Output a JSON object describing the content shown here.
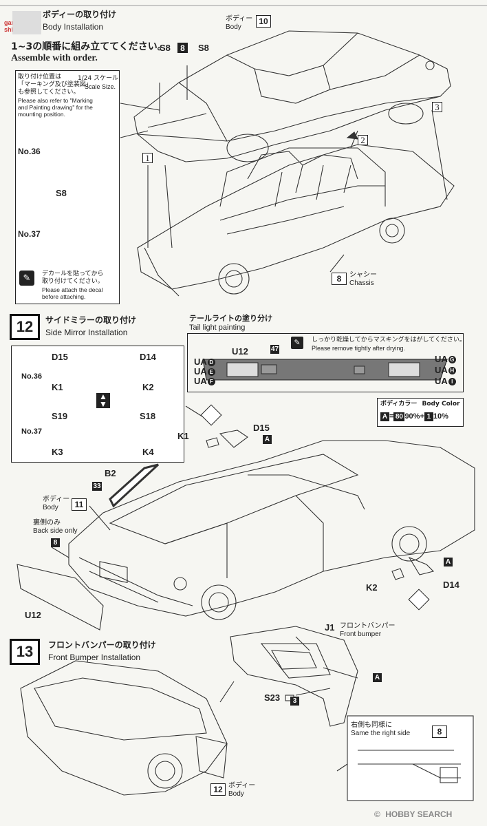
{
  "watermark": {
    "site": "gan-shin.com"
  },
  "step11": {
    "title_jp": "ボディーの取り付け",
    "title_en": "Body Installation",
    "order_jp": "1~3の順番に組み立ててください。",
    "order_en": "Assemble with order.",
    "mount_jp1": "取り付け位置は",
    "mount_jp2": "「マーキング及び塗装図」",
    "mount_jp3": "も参照してください。",
    "mount_en1": "Please also refer to \"Marking",
    "mount_en2": "and Painting drawing\" for the",
    "mount_en3": "mounting position.",
    "scale_jp": "1/24 スケール",
    "scale_en": "Scale Size.",
    "no36": "No.36",
    "no37": "No.37",
    "s8": "S8",
    "decal_jp1": "デカールを貼ってから",
    "decal_jp2": "取り付けてください。",
    "decal_en1": "Please attach the decal",
    "decal_en2": "before attaching.",
    "s8_left": "S8",
    "s8_num": "8",
    "s8_right": "S8",
    "body_jp": "ボディー",
    "body_en": "Body",
    "body_num": "10",
    "chassis_jp": "シャシー",
    "chassis_en": "Chassis",
    "chassis_num": "8",
    "order1": "1",
    "order2": "2",
    "order3": "3"
  },
  "step12": {
    "num": "12",
    "title_jp": "サイドミラーの取り付け",
    "title_en": "Side Mirror Installation",
    "no36": "No.36",
    "no37": "No.37",
    "d15": "D15",
    "d14": "D14",
    "k1": "K1",
    "k2": "K2",
    "s19": "S19",
    "s18": "S18",
    "k3": "K3",
    "k4": "K4",
    "tail_jp": "テールライトの塗り分け",
    "tail_en": "Tail light painting",
    "mask_jp": "しっかり乾燥してからマスキングをはがしてください。",
    "mask_en": "Please remove tightly after drying.",
    "u12": "U12",
    "color47": "47",
    "ua_left": [
      "UA",
      "UA",
      "UA"
    ],
    "ua_left_marks": [
      "D",
      "E",
      "F"
    ],
    "ua_right": [
      "UA",
      "UA",
      "UA"
    ],
    "ua_right_marks": [
      "G",
      "H",
      "I"
    ],
    "body_color_jp": "ボディカラー",
    "body_color_en": "Body Color",
    "body_color_a": "A",
    "body_color_eq": "=",
    "body_color_80": "80",
    "body_color_pct1": "90%",
    "body_color_plus": "+",
    "body_color_1": "1",
    "body_color_pct2": "10%",
    "k1_lab": "K1",
    "d15_lab": "D15",
    "a_mark": "A",
    "b2": "B2",
    "b2_num": "33",
    "body_jp": "ボディー",
    "body_en": "Body",
    "body_num": "11",
    "back_jp": "裏側のみ",
    "back_en": "Back side only",
    "back_num": "8",
    "u12_lab": "U12",
    "k2_lab": "K2",
    "d14_lab": "D14",
    "a_mark2": "A"
  },
  "step13": {
    "num": "13",
    "title_jp": "フロントバンパーの取り付け",
    "title_en": "Front Bumper Installation",
    "j1": "J1",
    "j1_jp": "フロントバンパー",
    "j1_en": "Front bumper",
    "a_mark": "A",
    "s23": "S23",
    "s23_num": "3",
    "same_jp": "右側も同様に",
    "same_en": "Same the right side",
    "same_num": "8",
    "body_jp": "ボディー",
    "body_en": "Body",
    "body_num": "12"
  },
  "footer": {
    "copyright": "©",
    "brand": "HOBBY SEARCH"
  }
}
